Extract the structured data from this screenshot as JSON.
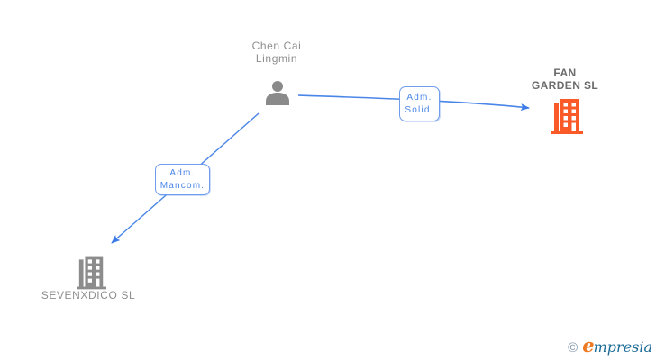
{
  "diagram": {
    "person": {
      "full_name": "Chen Cai Lingmin",
      "name_lines": [
        "Chen Cai",
        "Lingmin"
      ]
    },
    "companies": {
      "fan_garden": {
        "name": "FAN GARDEN SL",
        "name_lines": [
          "FAN",
          "GARDEN SL"
        ],
        "icon": "building-icon",
        "icon_color": "#fa5a28"
      },
      "sevenxdico": {
        "name": "SEVENXDICO SL",
        "icon": "building-icon",
        "icon_color": "#8c8c8c"
      }
    },
    "relationships": {
      "adm_solid": {
        "label": "Adm. Solid.",
        "label_lines": [
          "Adm.",
          "Solid."
        ],
        "from": "Chen Cai Lingmin",
        "to": "FAN GARDEN SL"
      },
      "adm_mancom": {
        "label": "Adm. Mancom.",
        "label_lines": [
          "Adm.",
          "Mancom."
        ],
        "from": "Chen Cai Lingmin",
        "to": "SEVENXDICO SL"
      }
    },
    "colors": {
      "edge_blue": "#4a86e8",
      "arrowhead_blue": "#3d7ce8",
      "box_border_blue": "#6f9ceb",
      "label_gray": "#8e8e8e",
      "company_name_gray": "#6b6b6b",
      "person_icon_gray": "#8a8a8a"
    }
  },
  "footer": {
    "copyright_symbol": "©",
    "brand_first_letter": "e",
    "brand_rest": "mpresia",
    "brand_full": "empresia"
  }
}
